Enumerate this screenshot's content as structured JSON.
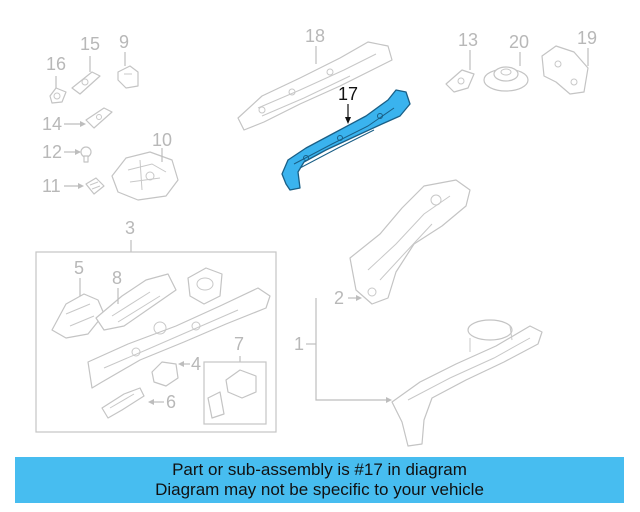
{
  "diagram": {
    "highlighted_part": "17",
    "callouts": {
      "c1": "1",
      "c2": "2",
      "c3": "3",
      "c4": "4",
      "c5": "5",
      "c6": "6",
      "c7": "7",
      "c8": "8",
      "c9": "9",
      "c10": "10",
      "c11": "11",
      "c12": "12",
      "c13": "13",
      "c14": "14",
      "c15": "15",
      "c16": "16",
      "c17": "17",
      "c18": "18",
      "c19": "19",
      "c20": "20"
    },
    "colors": {
      "highlight_fill": "#3ab3ee",
      "highlight_stroke": "#1a5f86",
      "part_stroke": "#c4c4c4",
      "banner": "#47bdf0"
    }
  },
  "banner": {
    "line1": "Part or sub-assembly is #17 in diagram",
    "line2": "Diagram may not be specific to your vehicle"
  }
}
